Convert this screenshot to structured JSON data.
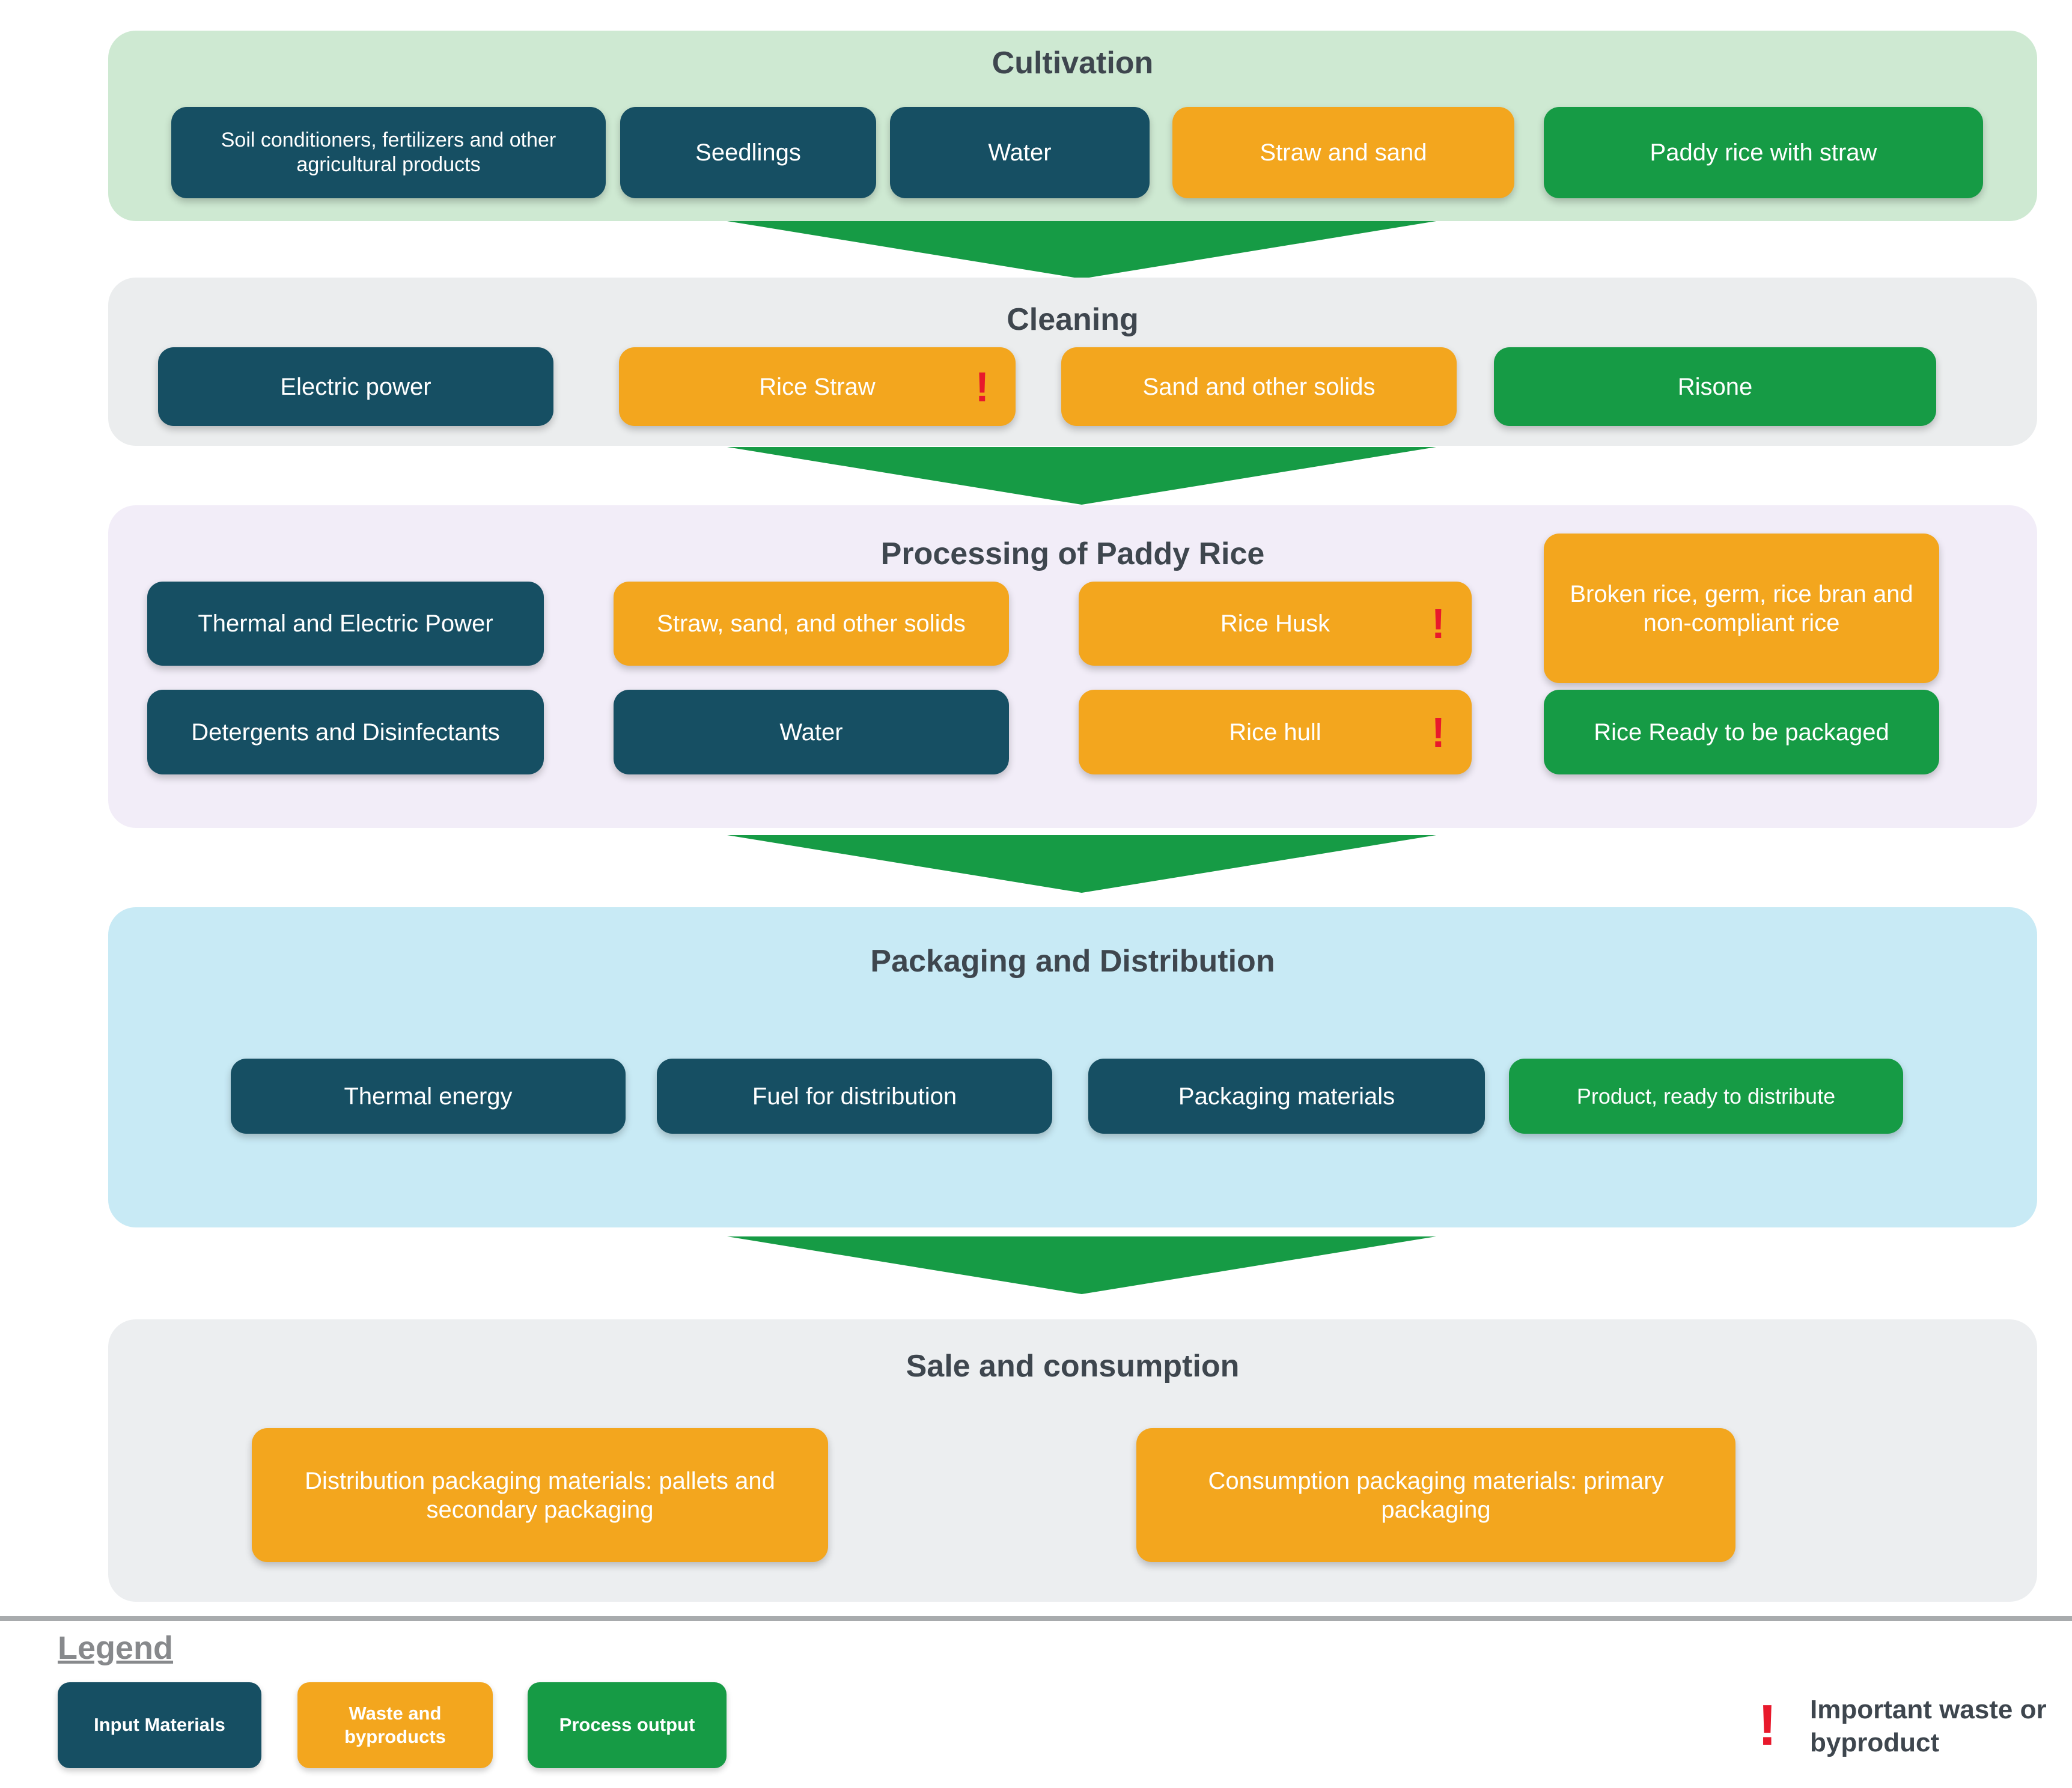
{
  "palette": {
    "input_material": "#164f63",
    "waste_byproduct": "#f3a61e",
    "process_output": "#169b45",
    "arrow": "#169b45",
    "alert_red": "#e8192c",
    "title_text": "#3e464e",
    "cultivation_bg": "#cee9d2",
    "cleaning_bg": "#ebedee",
    "processing_bg": "#f2edf8",
    "packaging_bg": "#c8eaf5",
    "sale_bg": "#eceef0"
  },
  "sections": {
    "cultivation": {
      "title": "Cultivation",
      "boxes": [
        {
          "label": "Soil conditioners, fertilizers and other agricultural products",
          "type": "input"
        },
        {
          "label": "Seedlings",
          "type": "input"
        },
        {
          "label": "Water",
          "type": "input"
        },
        {
          "label": "Straw and sand",
          "type": "waste"
        },
        {
          "label": "Paddy rice with straw",
          "type": "output"
        }
      ]
    },
    "cleaning": {
      "title": "Cleaning",
      "boxes": [
        {
          "label": "Electric power",
          "type": "input"
        },
        {
          "label": "Rice Straw",
          "type": "waste",
          "alert": "!"
        },
        {
          "label": "Sand and other solids",
          "type": "waste"
        },
        {
          "label": "Risone",
          "type": "output"
        }
      ]
    },
    "processing": {
      "title": "Processing of Paddy Rice",
      "boxes": [
        {
          "label": "Thermal and Electric Power",
          "type": "input"
        },
        {
          "label": "Straw, sand, and other solids",
          "type": "waste"
        },
        {
          "label": "Rice Husk",
          "type": "waste",
          "alert": "!"
        },
        {
          "label": "Broken rice, germ, rice bran and non-compliant rice",
          "type": "waste"
        },
        {
          "label": "Detergents and Disinfectants",
          "type": "input"
        },
        {
          "label": "Water",
          "type": "input"
        },
        {
          "label": "Rice hull",
          "type": "waste",
          "alert": "!"
        },
        {
          "label": "Rice Ready to be packaged",
          "type": "output"
        }
      ]
    },
    "packaging": {
      "title": "Packaging and Distribution",
      "boxes": [
        {
          "label": "Thermal energy",
          "type": "input"
        },
        {
          "label": "Fuel for distribution",
          "type": "input"
        },
        {
          "label": "Packaging materials",
          "type": "input"
        },
        {
          "label": "Product, ready to distribute",
          "type": "output"
        }
      ]
    },
    "sale": {
      "title": "Sale and consumption",
      "boxes": [
        {
          "label": "Distribution packaging materials: pallets and secondary packaging",
          "type": "waste"
        },
        {
          "label": "Consumption packaging materials: primary packaging",
          "type": "waste"
        }
      ]
    }
  },
  "legend": {
    "heading": "Legend",
    "items": [
      {
        "label": "Input Materials",
        "type": "input"
      },
      {
        "label": "Waste and byproducts",
        "type": "waste"
      },
      {
        "label": "Process output",
        "type": "output"
      }
    ],
    "alert": {
      "symbol": "!",
      "label": "Important waste or byproduct"
    }
  }
}
